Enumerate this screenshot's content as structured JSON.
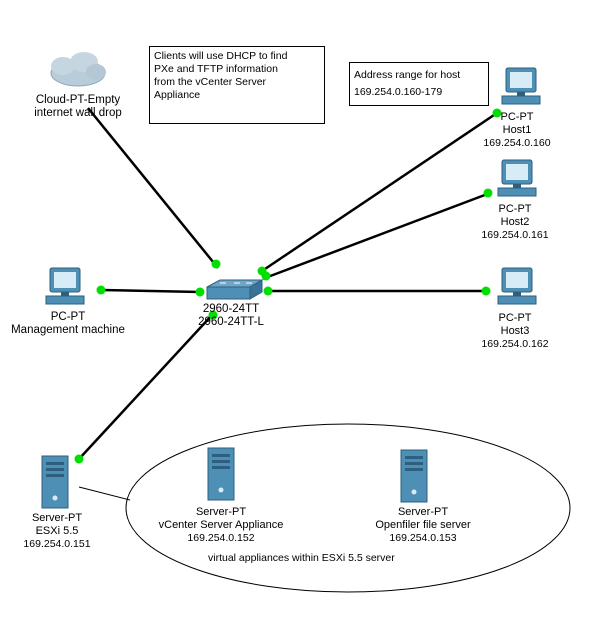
{
  "notes": {
    "dhcp": [
      "Clients will use DHCP to find",
      "PXe and TFTP information",
      "from the vCenter Server",
      "Appliance"
    ],
    "range": [
      "Address range for host",
      "169.254.0.160-179"
    ]
  },
  "cloud": {
    "type": "Cloud-PT-Empty",
    "name": "internet wall drop"
  },
  "switch": {
    "model": "2960-24TT",
    "name": "2960-24TT-L"
  },
  "mgmt": {
    "type": "PC-PT",
    "name": "Management machine"
  },
  "hosts": [
    {
      "type": "PC-PT",
      "name": "Host1",
      "ip": "169.254.0.160"
    },
    {
      "type": "PC-PT",
      "name": "Host2",
      "ip": "169.254.0.161"
    },
    {
      "type": "PC-PT",
      "name": "Host3",
      "ip": "169.254.0.162"
    }
  ],
  "esxi": {
    "type": "Server-PT",
    "name": "ESXi 5.5",
    "ip": "169.254.0.151"
  },
  "vcenter": {
    "type": "Server-PT",
    "name": "vCenter Server Appliance",
    "ip": "169.254.0.152"
  },
  "openfiler": {
    "type": "Server-PT",
    "name": "Openfiler file server",
    "ip": "169.254.0.153"
  },
  "virtual_caption": "virtual appliances within ESXi 5.5 server",
  "colors": {
    "link": "#000000",
    "link_up": "#00e000",
    "device_body": "#4e8fb5",
    "device_dark": "#2e5f7e",
    "screen": "#d8ecf7",
    "cloud": "#b9ccd9"
  }
}
